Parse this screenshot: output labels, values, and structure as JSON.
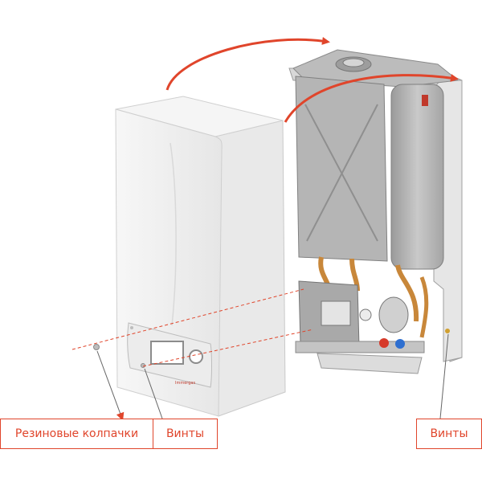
{
  "callouts": {
    "rubber_caps": "Резиновые колпачки",
    "screws_left": "Винты",
    "screws_right": "Винты"
  },
  "brand_text": "Immergas",
  "colors": {
    "accent": "#e0452b",
    "panel": "#f4f4f4",
    "panel_edge": "#cfcfcf",
    "metal": "#b8b8b8",
    "metal_dark": "#8a8a8a",
    "pipe": "#c8873a"
  }
}
